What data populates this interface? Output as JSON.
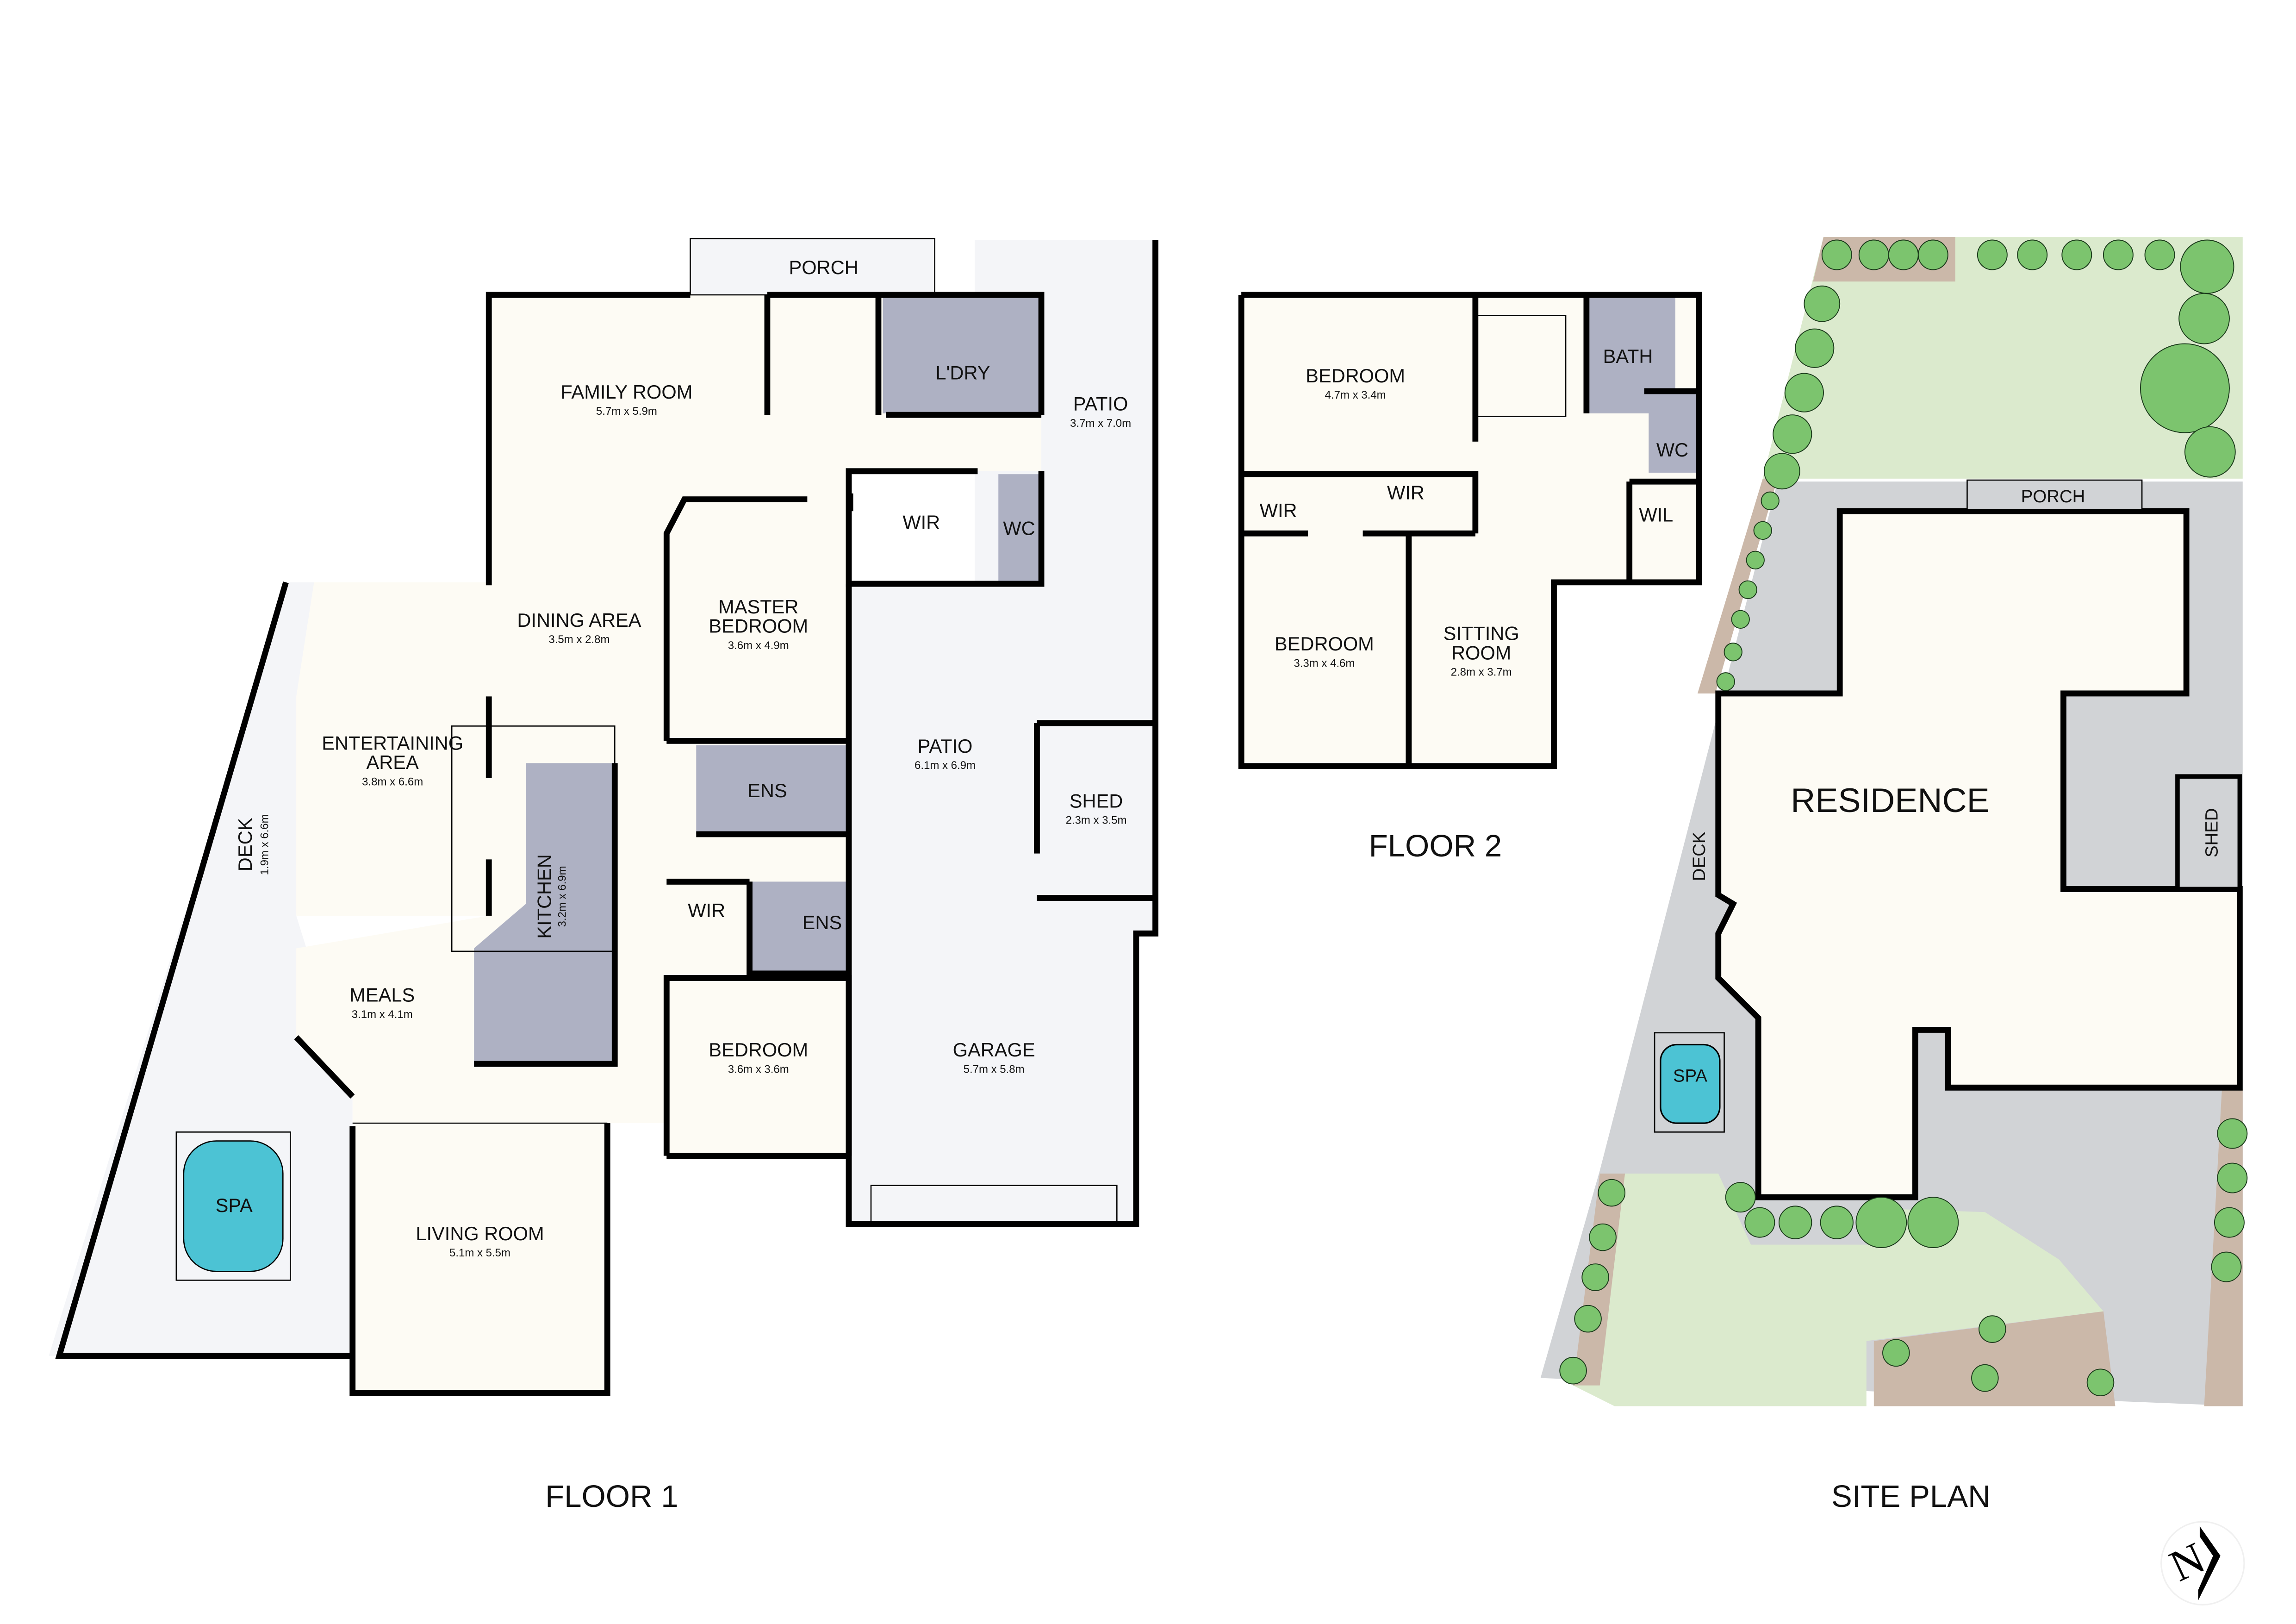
{
  "colors": {
    "interior": "#fdfbf4",
    "wet_area": "#aeb1c3",
    "outdoor": "#f4f5f8",
    "site_paving": "#d1d3d6",
    "lawn": "#dbeacd",
    "garden_bed": "#cbb8a9",
    "tree": "#7cc46e",
    "spa_water": "#4cc3d4",
    "wall": "#000000"
  },
  "floor1": {
    "title": "FLOOR 1",
    "rooms": {
      "porch": {
        "name": "PORCH"
      },
      "family_room": {
        "name": "FAMILY ROOM",
        "dim": "5.7m x 5.9m"
      },
      "laundry": {
        "name": "L'DRY"
      },
      "patio_top": {
        "name": "PATIO",
        "dim": "3.7m x 7.0m"
      },
      "wir_master": {
        "name": "WIR"
      },
      "wc": {
        "name": "WC"
      },
      "dining": {
        "name": "DINING AREA",
        "dim": "3.5m x 2.8m"
      },
      "master_bedroom": {
        "name_line1": "MASTER",
        "name_line2": "BEDROOM",
        "dim": "3.6m x 4.9m"
      },
      "entertaining": {
        "name_line1": "ENTERTAINING",
        "name_line2": "AREA",
        "dim": "3.8m x 6.6m"
      },
      "deck": {
        "name": "DECK",
        "dim": "1.9m x 6.6m"
      },
      "kitchen": {
        "name": "KITCHEN",
        "dim": "3.2m x 6.9m"
      },
      "ensuite_master": {
        "name": "ENS"
      },
      "patio_main": {
        "name": "PATIO",
        "dim": "6.1m x 6.9m"
      },
      "shed": {
        "name": "SHED",
        "dim": "2.3m x 3.5m"
      },
      "wir_bed": {
        "name": "WIR"
      },
      "ensuite_bed": {
        "name": "ENS"
      },
      "meals": {
        "name": "MEALS",
        "dim": "3.1m x 4.1m"
      },
      "bedroom": {
        "name": "BEDROOM",
        "dim": "3.6m x 3.6m"
      },
      "garage": {
        "name": "GARAGE",
        "dim": "5.7m x 5.8m"
      },
      "spa": {
        "name": "SPA"
      },
      "living_room": {
        "name": "LIVING ROOM",
        "dim": "5.1m x 5.5m"
      }
    }
  },
  "floor2": {
    "title": "FLOOR 2",
    "rooms": {
      "bedroom_1": {
        "name": "BEDROOM",
        "dim": "4.7m x 3.4m"
      },
      "bath": {
        "name": "BATH"
      },
      "wc": {
        "name": "WC"
      },
      "wir_1": {
        "name": "WIR"
      },
      "wir_2": {
        "name": "WIR"
      },
      "wil": {
        "name": "WIL"
      },
      "bedroom_2": {
        "name": "BEDROOM",
        "dim": "3.3m x 4.6m"
      },
      "sitting_room": {
        "name_line1": "SITTING",
        "name_line2": "ROOM",
        "dim": "2.8m x 3.7m"
      }
    }
  },
  "site_plan": {
    "title": "SITE PLAN",
    "labels": {
      "porch": "PORCH",
      "residence": "RESIDENCE",
      "deck": "DECK",
      "shed": "SHED",
      "spa": "SPA"
    }
  },
  "north_arrow": {
    "letter": "N"
  }
}
